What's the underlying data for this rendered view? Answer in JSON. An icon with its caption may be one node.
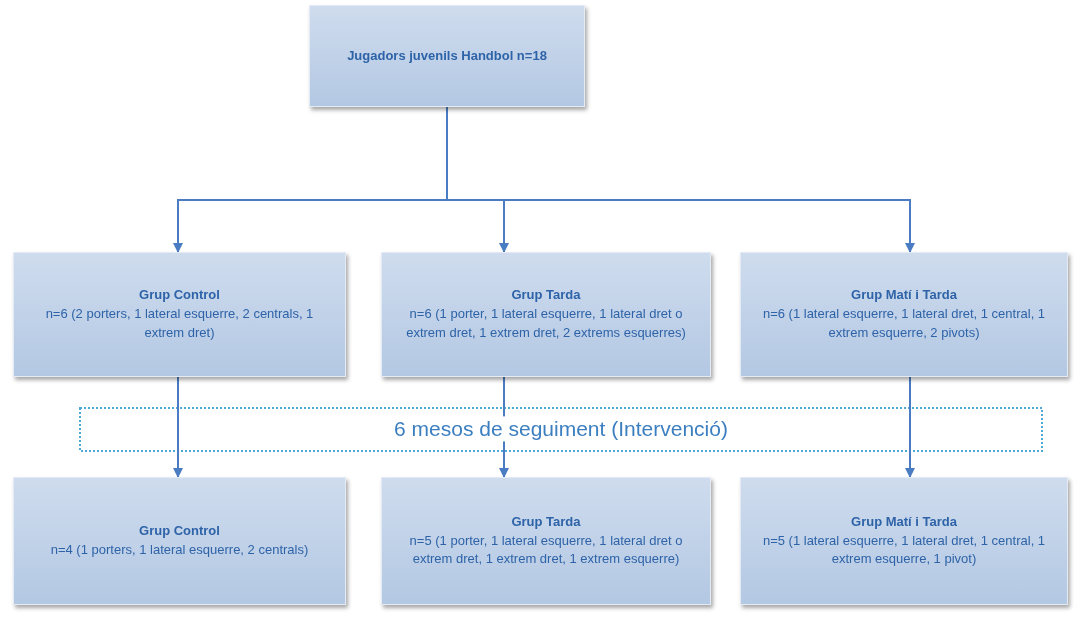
{
  "diagram": {
    "nodes": [
      {
        "text": [
          "Jugadors juvenils Handbol n=18"
        ]
      },
      {
        "text": [
          "Grup Control",
          "n=6 (2 porters, 1 lateral esquerre, 2 centrals, 1 extrem dret)"
        ]
      },
      {
        "text": [
          "Grup Tarda",
          "n=6 (1 porter, 1 lateral esquerre, 1 lateral dret o extrem dret, 1 extrem dret, 2 extrems esquerres)"
        ]
      },
      {
        "text": [
          "Grup Matí i Tarda",
          "n=6 (1 lateral esquerre, 1 lateral dret, 1 central, 1 extrem esquerre, 2 pivots)"
        ]
      },
      {
        "text": [
          "Grup Control",
          "n=4 (1 porters, 1 lateral esquerre, 2 centrals)"
        ]
      },
      {
        "text": [
          "Grup Tarda",
          "n=5 (1 porter, 1 lateral esquerre, 1 lateral dret o extrem dret, 1 extrem dret, 1 extrem esquerre)"
        ]
      },
      {
        "text": [
          "Grup Matí i Tarda",
          "n=5 (1 lateral esquerre, 1 lateral dret, 1 central, 1 extrem esquerre, 1 pivot)"
        ]
      }
    ],
    "edges": [
      {
        "from": 0,
        "to": 1,
        "arrow": "to"
      },
      {
        "from": 0,
        "to": 2,
        "arrow": "to"
      },
      {
        "from": 0,
        "to": 3,
        "arrow": "to"
      },
      {
        "from": 1,
        "to": 4,
        "arrow": "to"
      },
      {
        "from": 2,
        "to": 5,
        "arrow": "to"
      },
      {
        "from": 3,
        "to": 6,
        "arrow": "to"
      }
    ],
    "labels": [
      "6 mesos de seguiment  (Intervenció)"
    ]
  }
}
